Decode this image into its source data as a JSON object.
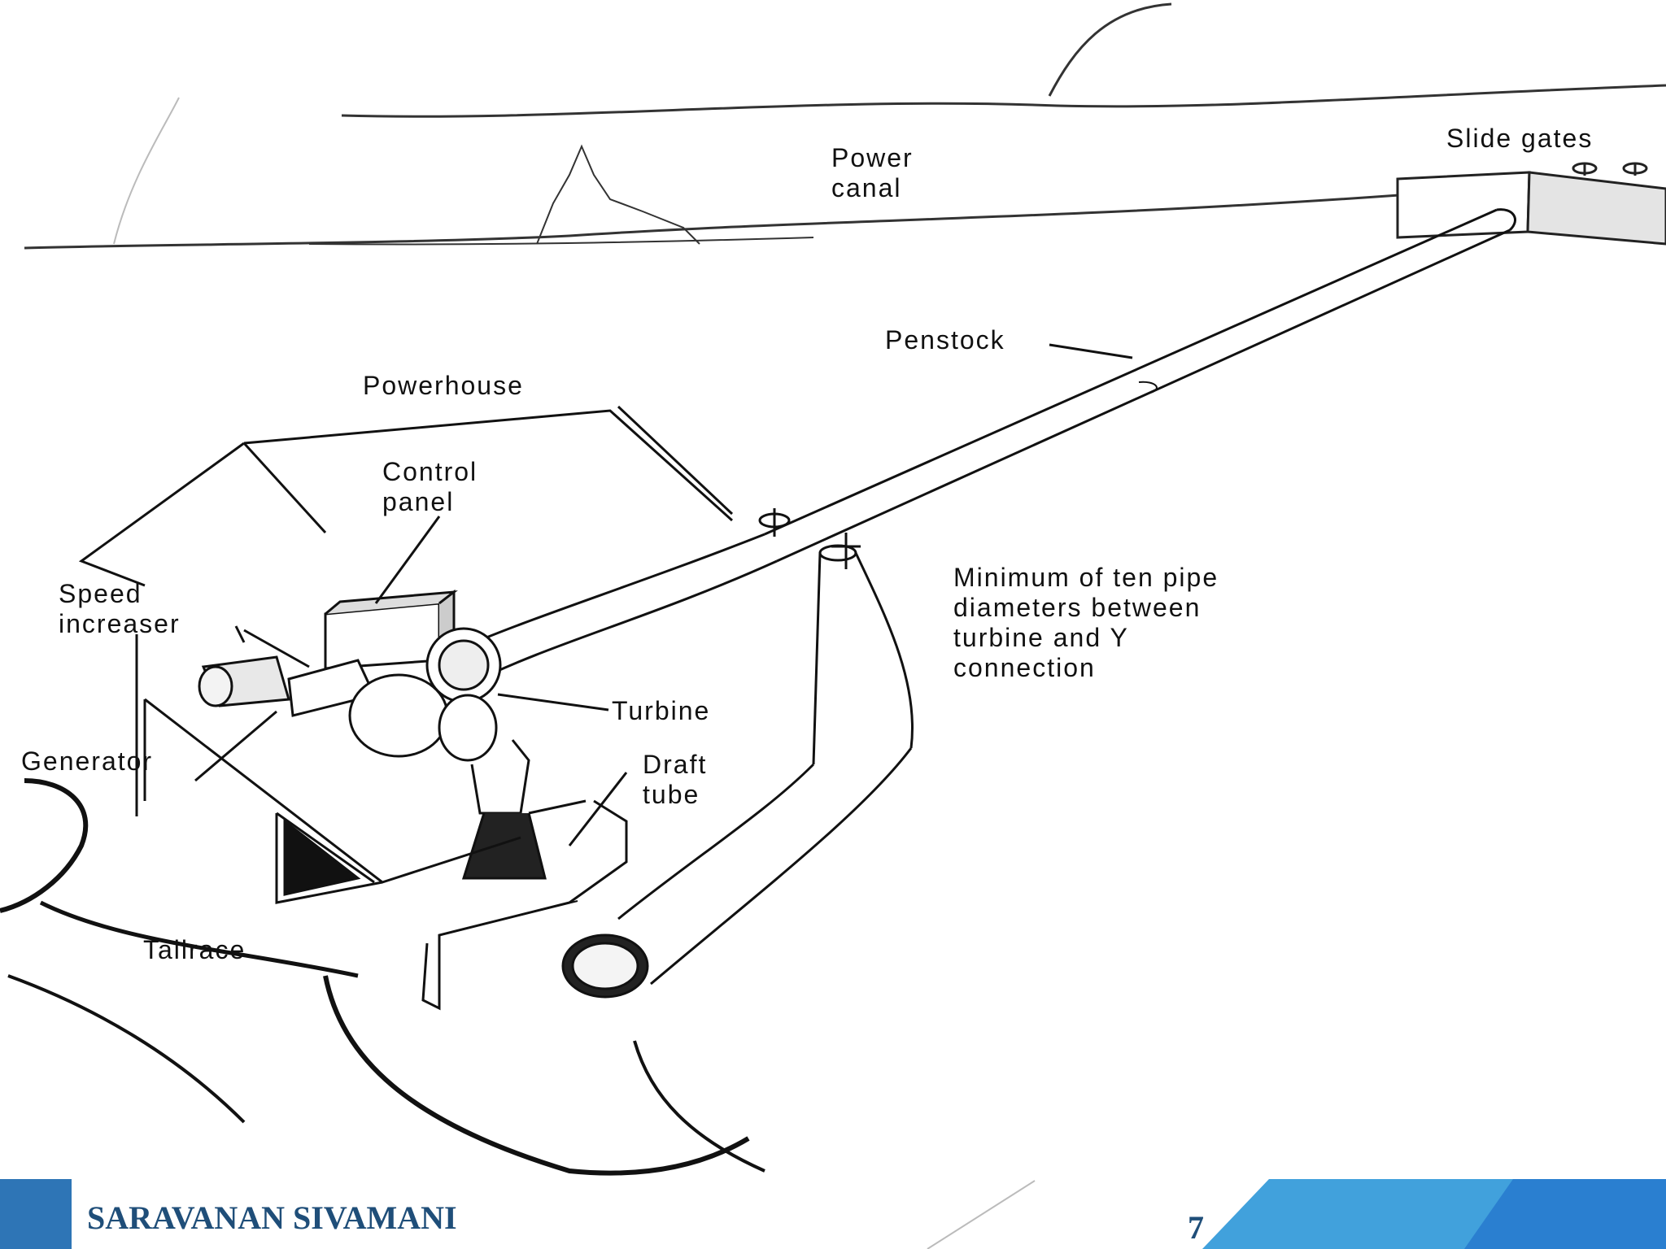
{
  "diagram": {
    "labels": {
      "power_canal": "Power\ncanal",
      "slide_gates": "Slide gates",
      "penstock": "Penstock",
      "powerhouse": "Powerhouse",
      "control_panel": "Control\npanel",
      "speed_increaser": "Speed\nincreaser",
      "generator": "Generator",
      "turbine": "Turbine",
      "draft_tube": "Draft\ntube",
      "tailrace": "Tailrace",
      "note": "Minimum of ten pipe\ndiameters between\nturbine and Y\nconnection"
    }
  },
  "footer": {
    "author": "SARAVANAN SIVAMANI",
    "page_number": "7",
    "colors": {
      "text": "#1f4e79",
      "band_left": "#2e75b6",
      "band_mid": "#41a1dc",
      "band_right": "#2a7fd0"
    }
  }
}
